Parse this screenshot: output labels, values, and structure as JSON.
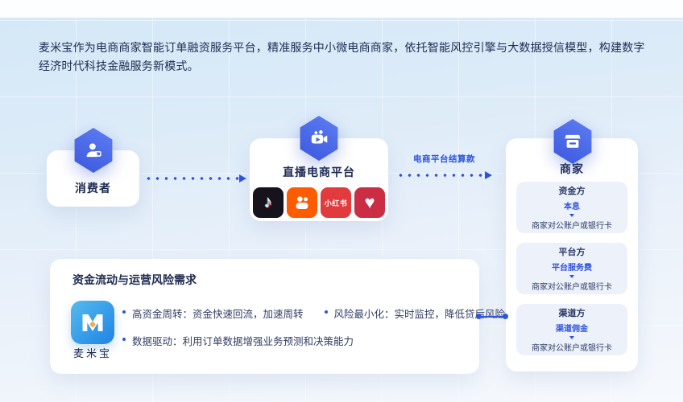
{
  "intro": {
    "text": "麦米宝作为电商商家智能订单融资服务平台，精准服务中小微电商商家，依托智能风控引擎与大数据授信模型，构建数字经济时代科技金融服务新模式。"
  },
  "nodes": {
    "consumer": {
      "label": "消费者",
      "icon": "user-icon"
    },
    "platform": {
      "label": "直播电商平台",
      "icon": "video-camera-icon",
      "apps": [
        {
          "icon": "douyin-icon",
          "glyph": "♪",
          "bg": "#16131d"
        },
        {
          "icon": "kuaishou-icon",
          "bg": "#FF5B00"
        },
        {
          "icon": "xiaohongshu-icon",
          "label": "小红书",
          "bg": "#E23B3E"
        },
        {
          "icon": "heart-app-icon",
          "glyph": "♥",
          "bg": "#CB2E44"
        }
      ]
    },
    "merchant": {
      "label": "商家",
      "icon": "storefront-icon",
      "groups": [
        {
          "party": "资金方",
          "fee": "本息",
          "account": "商家对公账户或银行卡"
        },
        {
          "party": "平台方",
          "fee": "平台服务费",
          "account": "商家对公账户或银行卡"
        },
        {
          "party": "渠道方",
          "fee": "渠道佣金",
          "account": "商家对公账户或银行卡"
        }
      ]
    }
  },
  "arrows": {
    "settlement_label": "电商平台结算款"
  },
  "needs_card": {
    "title": "资金流动与运营风险需求",
    "brand": "麦米宝",
    "bullets": [
      "高资金周转：资金快速回流，加速周转",
      "风险最小化：实时监控，降低贷后风险",
      "数据驱动：利用订单数据增强业务预测和决策能力"
    ]
  },
  "colors": {
    "accent_blue": "#2E54DC",
    "hexagon_blue": "#4264E8",
    "dark_text": "#1D2B50",
    "subcard_bg": "#EDF1F9",
    "brand_gradient_start": "#55BBEE",
    "brand_gradient_end": "#1F83E4",
    "brand_diamond": "#F6A94A"
  }
}
